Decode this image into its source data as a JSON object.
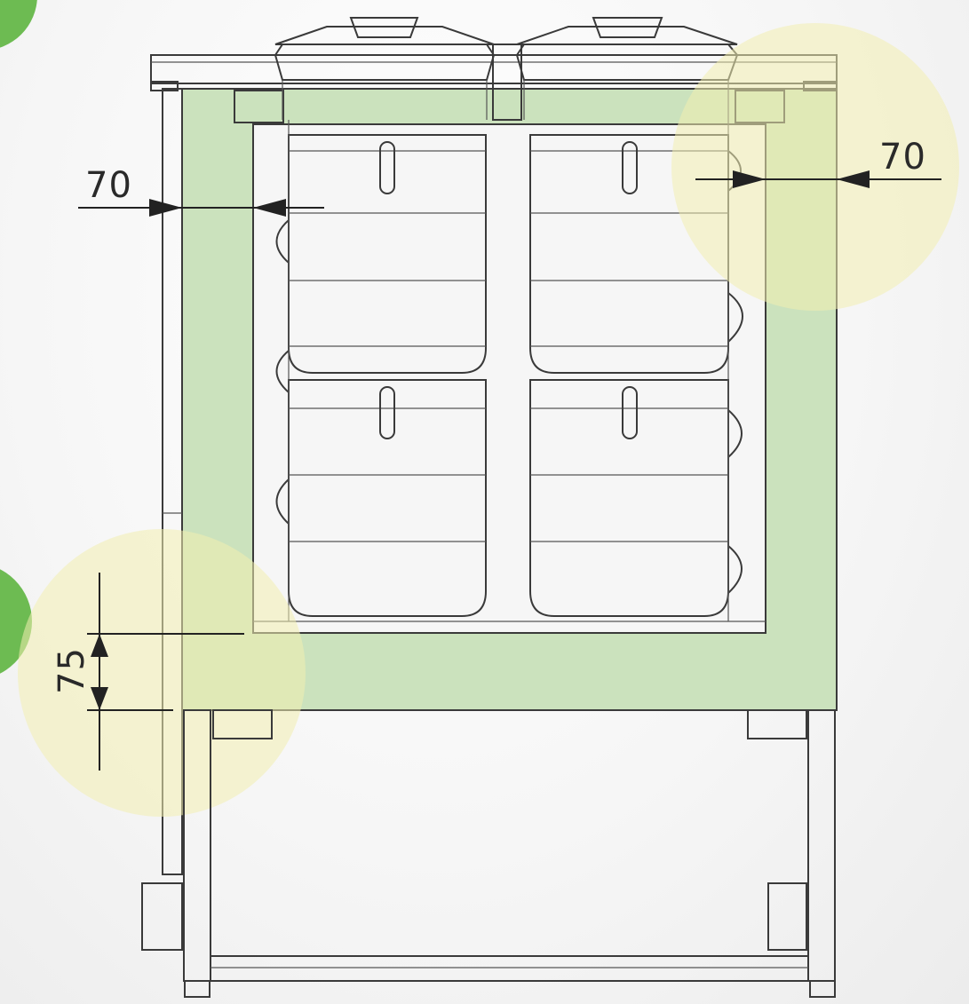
{
  "drawing": {
    "colors": {
      "insulation": "#cbe2bd",
      "highlight": "#f2eeb0",
      "accent_green": "#6dbb52",
      "line": "#3a3a3a"
    },
    "dimensions": {
      "left_wall": "70",
      "right_wall": "70",
      "bottom_wall": "75"
    }
  }
}
